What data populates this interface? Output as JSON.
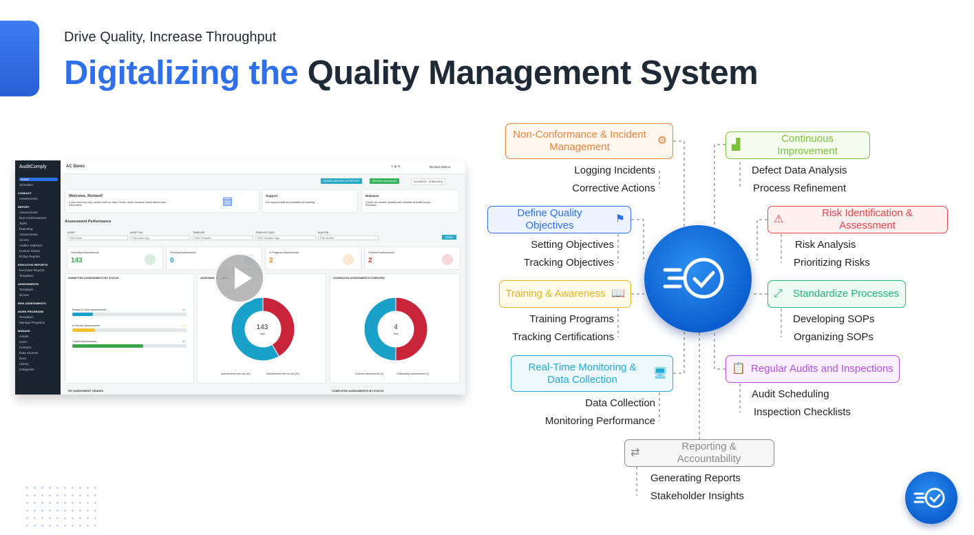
{
  "header": {
    "subtitle": "Drive Quality, Increase Throughput",
    "title_highlight": "Digitalizing the",
    "title_rest": "Quality Management System"
  },
  "screenshot": {
    "app_name": "AuditComply",
    "page_title": "AC Demo",
    "user": "Richard Wilson",
    "buttons": {
      "download": "DOWNLOAD ROLLUP REPORT",
      "schedule": "Schedule Assessment",
      "date_range": "01/Jul/2023 - 31/Dec/2024"
    },
    "sidebar": [
      {
        "type": "item",
        "label": "Home",
        "active": true
      },
      {
        "type": "item",
        "label": "Scheduler"
      },
      {
        "type": "section",
        "label": "CONDUCT"
      },
      {
        "type": "item",
        "label": "Assessments"
      },
      {
        "type": "section",
        "label": "REPORT"
      },
      {
        "type": "item",
        "label": "Assessments"
      },
      {
        "type": "item",
        "label": "Non-Conformances"
      },
      {
        "type": "item",
        "label": "Tasks"
      },
      {
        "type": "item",
        "label": "Reporting"
      },
      {
        "type": "item",
        "label": "Assessments"
      },
      {
        "type": "item",
        "label": "Scores"
      },
      {
        "type": "item",
        "label": "Auditor Statistics"
      },
      {
        "type": "item",
        "label": "Custom Charts"
      },
      {
        "type": "item",
        "label": "Rollup Reports"
      },
      {
        "type": "section",
        "label": "EXECUTIVE REPORTS"
      },
      {
        "type": "item",
        "label": "Executive Reports"
      },
      {
        "type": "item",
        "label": "Templates"
      },
      {
        "type": "section",
        "label": "ASSESSMENTS"
      },
      {
        "type": "item",
        "label": "Templates"
      },
      {
        "type": "item",
        "label": "Scores"
      },
      {
        "type": "section",
        "label": "RISK ASSESSMENTS"
      },
      {
        "type": "section",
        "label": "WORK PROGRAMS"
      },
      {
        "type": "item",
        "label": "Templates"
      },
      {
        "type": "item",
        "label": "Manage Programs"
      },
      {
        "type": "section",
        "label": "MANAGE"
      },
      {
        "type": "item",
        "label": "Assets"
      },
      {
        "type": "item",
        "label": "Users"
      },
      {
        "type": "item",
        "label": "Contacts"
      },
      {
        "type": "item",
        "label": "Data Sources"
      },
      {
        "type": "item",
        "label": "Docs"
      },
      {
        "type": "item",
        "label": "Library"
      },
      {
        "type": "item",
        "label": "Categories"
      }
    ],
    "welcome": {
      "title": "Welcome, Richard!",
      "text": "If you need any help, please visit our Help Center, which contains useful articles and information."
    },
    "support": {
      "title": "Support",
      "text": "Our support staff are available by emailing"
    },
    "releases": {
      "title": "Releases",
      "text": "Check our newest updates and releases at AuditComply Releases"
    },
    "section_title": "Assessment Performance",
    "filters": [
      {
        "label": "ASSET",
        "placeholder": "Filter Asset"
      },
      {
        "label": "ASSET TAG",
        "placeholder": "Filter Asset Tag"
      },
      {
        "label": "TEMPLATE",
        "placeholder": "Filter Template"
      },
      {
        "label": "TEMPLATE TAGS",
        "placeholder": "Filter Template Tags"
      },
      {
        "label": "AUDITOR",
        "placeholder": "Filter Auditor"
      }
    ],
    "clear": "Clear",
    "stats": [
      {
        "label": "Submitted Assessments",
        "value": "143",
        "color": "#3aa54b"
      },
      {
        "label": "Pending Assessments",
        "value": "0",
        "color": "#1aa1c9"
      },
      {
        "label": "In Progress Assessments",
        "value": "2",
        "color": "#e38b1f"
      },
      {
        "label": "Overdue Assessments",
        "value": "2",
        "color": "#d33a3a"
      }
    ],
    "panel1": {
      "title": "SUBMITTED ASSESSMENTS BY STATUS",
      "rows": [
        {
          "label": "Ready to Close Assessments",
          "count": "34",
          "fill": 0.18,
          "color": "#1aa1c9"
        },
        {
          "label": "In Review Assessments",
          "count": "19",
          "fill": 0.2,
          "color": "#f2c230"
        },
        {
          "label": "Closed Assessments",
          "count": "90",
          "fill": 0.62,
          "color": "#3aa54b"
        }
      ]
    },
    "panel2": {
      "title": "ASSESSMENT ... NCE ...",
      "center": "143",
      "center_sub": "Total",
      "legend": [
        "Assessments with ncs (66)",
        "Assessments with no ncs (93)"
      ]
    },
    "panel3": {
      "title": "SCHEDULED ASSESSMENTS OVERVIEW",
      "center": "4",
      "center_sub": "Total",
      "legend": [
        "Overdue assessments (2)",
        "Outstanding assessments (2)"
      ]
    },
    "bottom": [
      "TOP ASSESSMENT GRADES",
      "COMPLETED ASSESSMENTS BY STATUS"
    ],
    "donut1_chart": {
      "type": "pie",
      "values": [
        66,
        93
      ],
      "colors": [
        "#c8243a",
        "#1aa1c9"
      ]
    },
    "donut2_chart": {
      "type": "pie",
      "values": [
        2,
        2
      ],
      "colors": [
        "#c8243a",
        "#1aa1c9"
      ]
    }
  },
  "mindmap": {
    "nodes": [
      {
        "id": "ncim",
        "label": "Non-Conformance & Incident Management",
        "color": "#e8833a",
        "bg": "#fff6ee",
        "icon": "gears-icon",
        "subs": [
          "Logging Incidents",
          "Corrective Actions"
        ]
      },
      {
        "id": "dqo",
        "label": "Define Quality Objectives",
        "color": "#2f6fe8",
        "bg": "#eef4ff",
        "icon": "objectives-icon",
        "subs": [
          "Setting Objectives",
          "Tracking Objectives"
        ]
      },
      {
        "id": "ta",
        "label": "Training & Awareness",
        "color": "#e6b422",
        "bg": "#fffbea",
        "icon": "book-icon",
        "subs": [
          "Training Programs",
          "Tracking Certifications"
        ]
      },
      {
        "id": "rtm",
        "label": "Real-Time Monitoring & Data Collection",
        "color": "#21a9d6",
        "bg": "#eefaff",
        "icon": "monitor-icon",
        "subs": [
          "Data Collection",
          "Monitoring Performance"
        ]
      },
      {
        "id": "ra",
        "label": "Reporting & Accountability",
        "color": "#8a8a8a",
        "bg": "#f6f6f6",
        "icon": "people-icon",
        "subs": [
          "Generating Reports",
          "Stakeholder Insights"
        ]
      },
      {
        "id": "ci",
        "label": "Continuous Improvement",
        "color": "#7cc23a",
        "bg": "#f5fbee",
        "icon": "chart-icon",
        "subs": [
          "Defect Data Analysis",
          "Process Refinement"
        ]
      },
      {
        "id": "ria",
        "label": "Risk Identification & Assessment",
        "color": "#e8434a",
        "bg": "#fff0f0",
        "icon": "warning-icon",
        "subs": [
          "Risk Analysis",
          "Prioritizing Risks"
        ]
      },
      {
        "id": "sp",
        "label": "Standardize Processes",
        "color": "#22b573",
        "bg": "#edfbf4",
        "icon": "arrows-icon",
        "subs": [
          "Developing SOPs",
          "Organizing SOPs"
        ]
      },
      {
        "id": "rai",
        "label": "Regular Audits and Inspections",
        "color": "#b44fe0",
        "bg": "#f8f0ff",
        "icon": "clipboard-icon",
        "subs": [
          "Audit Scheduling",
          "Inspection Checklists"
        ]
      }
    ]
  }
}
